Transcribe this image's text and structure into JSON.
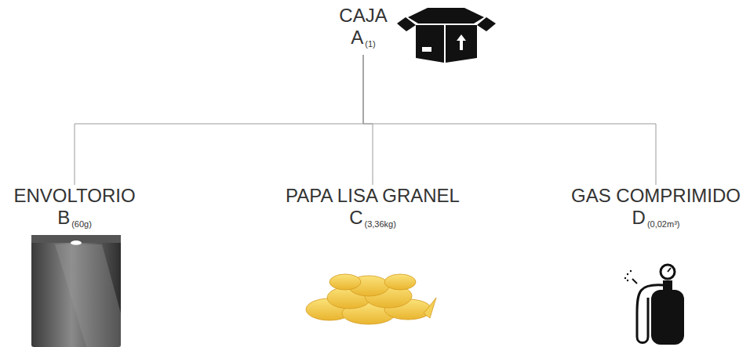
{
  "diagram": {
    "nodes": [
      {
        "text": [
          "CAJA",
          "A",
          "(1)"
        ]
      },
      {
        "text": [
          "ENVOLTORIO",
          "B",
          "(60g)"
        ]
      },
      {
        "text": [
          "PAPA LISA GRANEL",
          "C",
          "(3,36kg)"
        ]
      },
      {
        "text": [
          "GAS COMPRIMIDO",
          "D",
          "(0,02m³)"
        ]
      }
    ],
    "edges": [
      {
        "from": 0,
        "to": 1,
        "arrow": "none"
      },
      {
        "from": 0,
        "to": 2,
        "arrow": "none"
      },
      {
        "from": 0,
        "to": 3,
        "arrow": "none"
      }
    ]
  }
}
